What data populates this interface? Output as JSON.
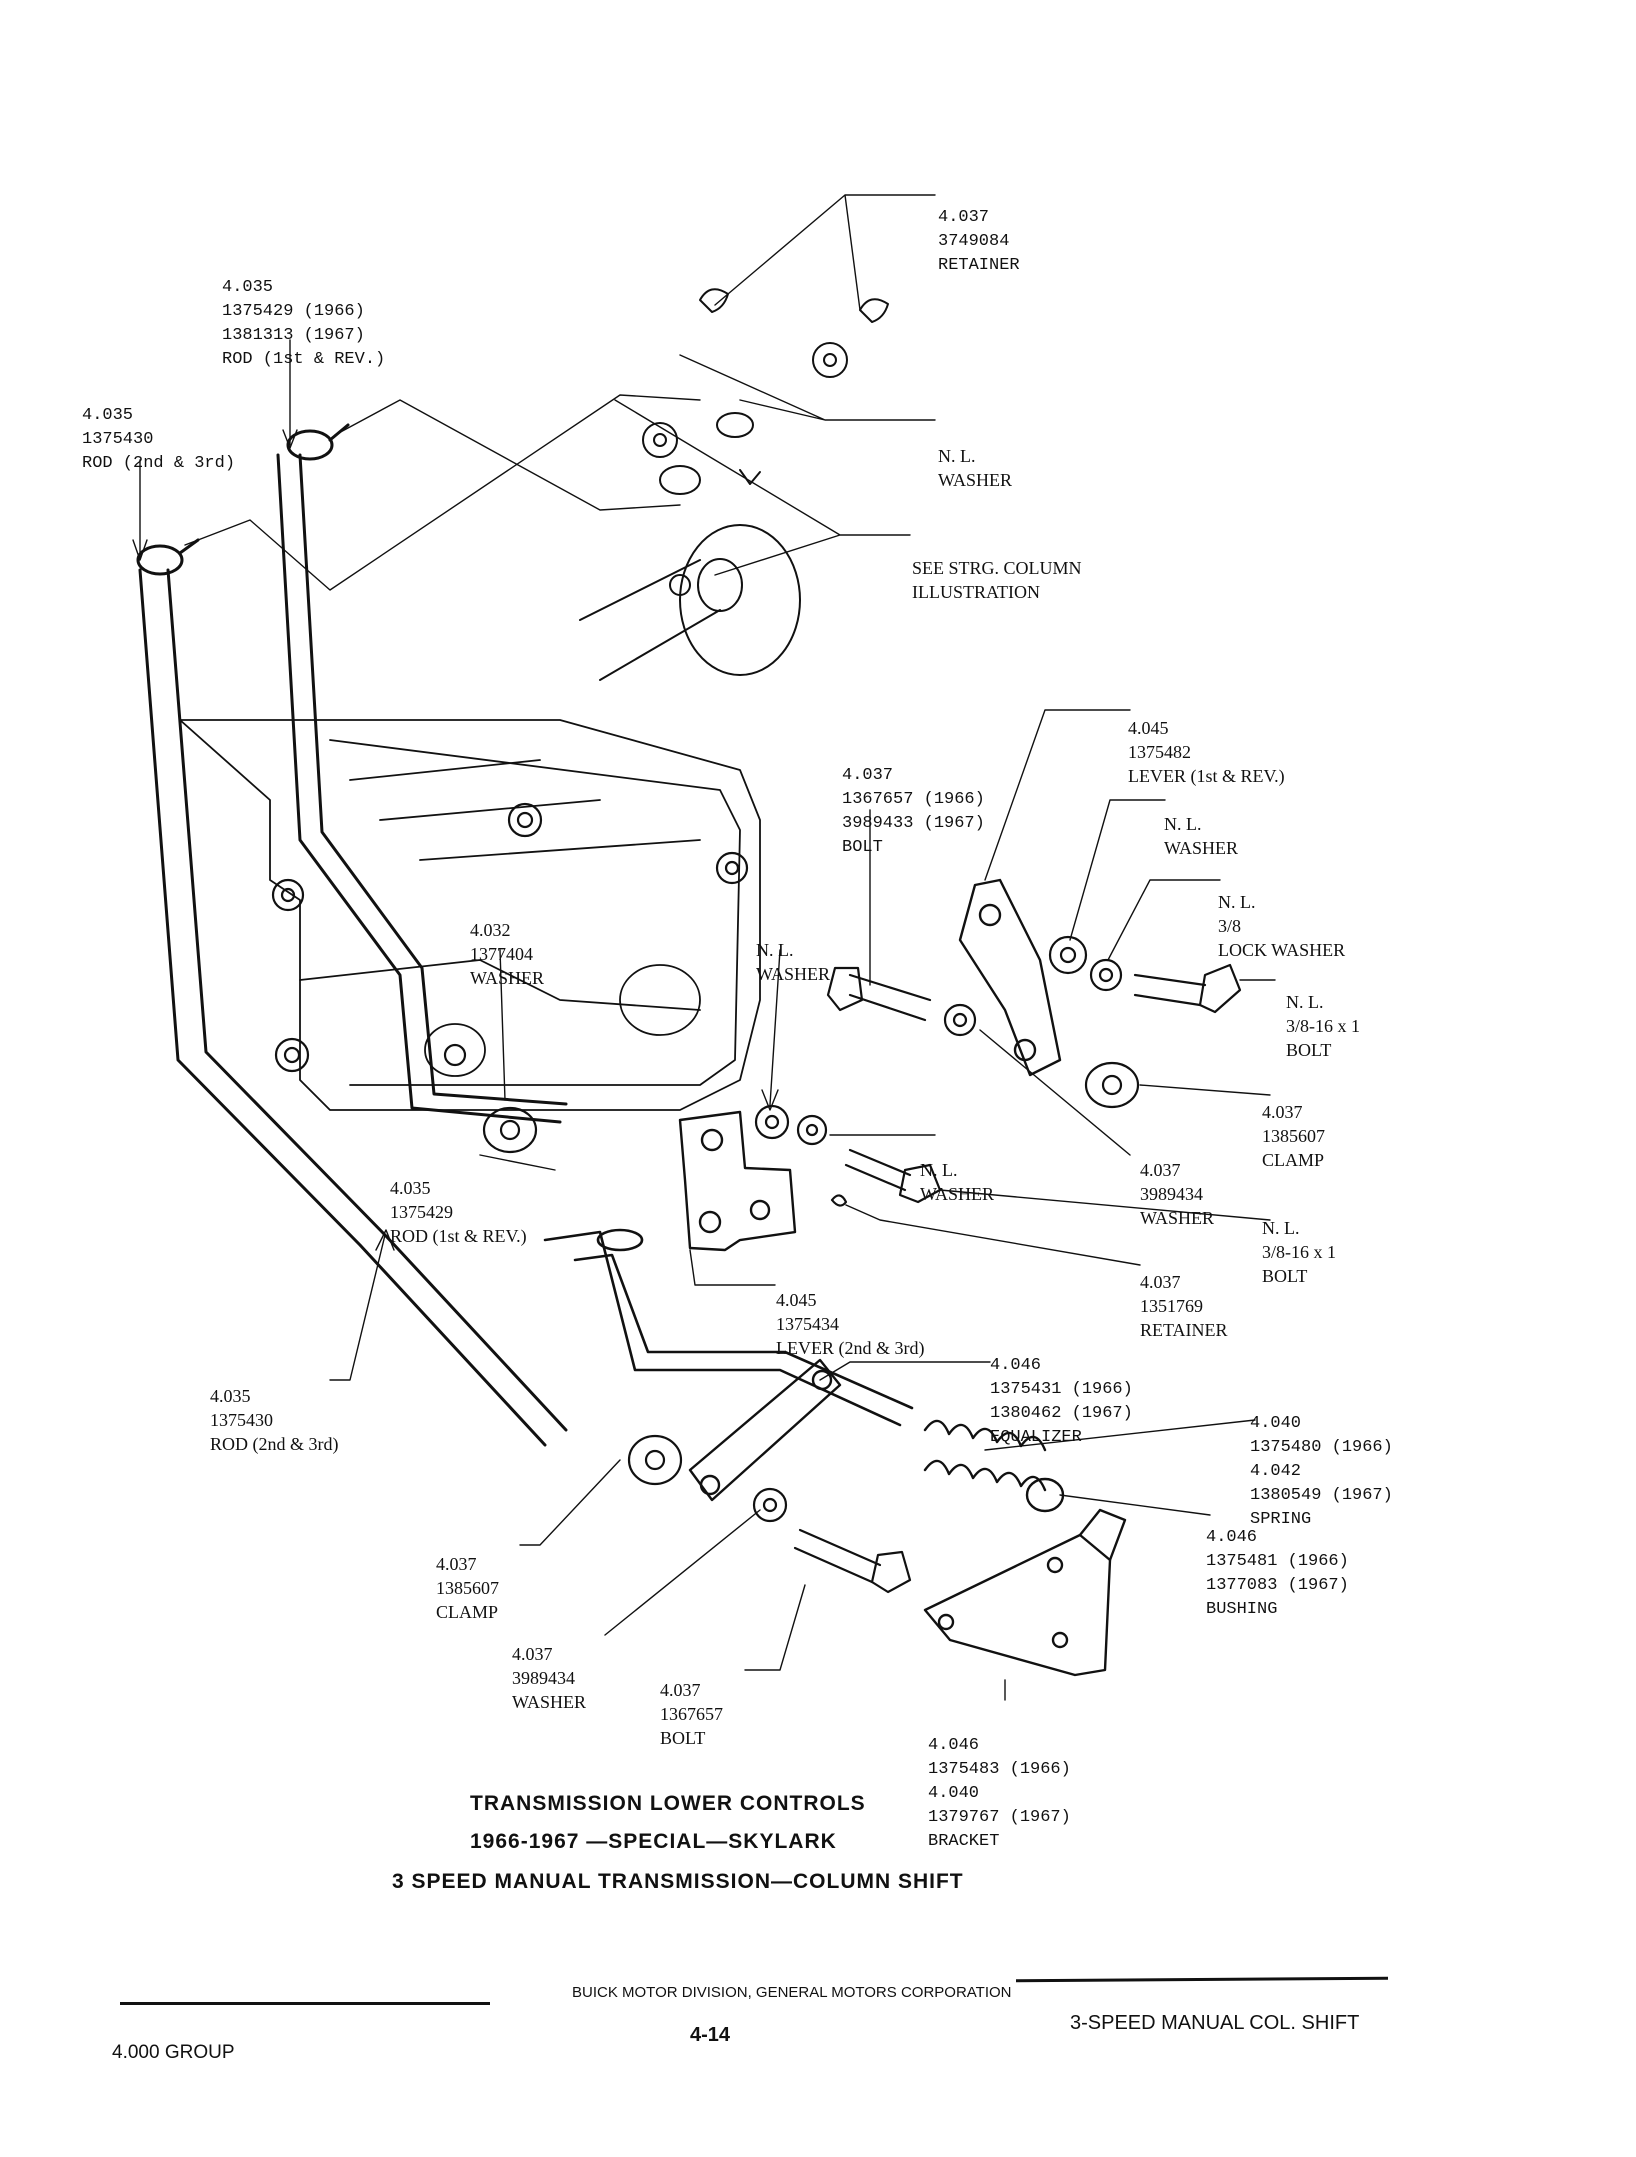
{
  "labels": {
    "retainer_top": [
      "4.037",
      "3749084",
      "RETAINER"
    ],
    "rod_1st_rev_top": [
      "4.035",
      "1375429 (1966)",
      "1381313 (1967)",
      "ROD (1st & REV.)"
    ],
    "rod_2nd_3rd_top": [
      "4.035",
      "1375430",
      "ROD (2nd & 3rd)"
    ],
    "washer_nl_top": [
      "N. L.",
      "WASHER"
    ],
    "see_column": [
      "SEE STRG. COLUMN",
      "ILLUSTRATION"
    ],
    "lever_1st_rev": [
      "4.045",
      "1375482",
      "LEVER (1st & REV.)"
    ],
    "bolt_upper": [
      "4.037",
      "1367657 (1966)",
      "3989433 (1967)",
      "BOLT"
    ],
    "washer_nl_right": [
      "N. L.",
      "WASHER"
    ],
    "lock_washer": [
      "N. L.",
      "3/8",
      "LOCK WASHER"
    ],
    "bolt_nl_upper": [
      "N. L.",
      "3/8-16 x 1",
      "BOLT"
    ],
    "washer_4032": [
      "4.032",
      "1377404",
      "WASHER"
    ],
    "washer_nl_mid": [
      "N. L.",
      "WASHER"
    ],
    "clamp_upper": [
      "4.037",
      "1385607",
      "CLAMP"
    ],
    "washer_nl_lower": [
      "N. L.",
      "WASHER"
    ],
    "washer_3989434_upper": [
      "4.037",
      "3989434",
      "WASHER"
    ],
    "rod_1st_rev_mid": [
      "4.035",
      "1375429",
      "ROD (1st & REV.)"
    ],
    "bolt_nl_lower": [
      "N. L.",
      "3/8-16 x 1",
      "BOLT"
    ],
    "retainer_lower": [
      "4.037",
      "1351769",
      "RETAINER"
    ],
    "lever_2nd_3rd": [
      "4.045",
      "1375434",
      "LEVER (2nd & 3rd)"
    ],
    "equalizer": [
      "4.046",
      "1375431 (1966)",
      "1380462 (1967)",
      "EQUALIZER"
    ],
    "rod_2nd_3rd_low": [
      "4.035",
      "1375430",
      "ROD (2nd & 3rd)"
    ],
    "spring": [
      "4.040",
      "1375480 (1966)",
      "4.042",
      "1380549 (1967)",
      "SPRING"
    ],
    "bushing": [
      "4.046",
      "1375481 (1966)",
      "1377083 (1967)",
      "BUSHING"
    ],
    "clamp_lower": [
      "4.037",
      "1385607",
      "CLAMP"
    ],
    "washer_3989434_lower": [
      "4.037",
      "3989434",
      "WASHER"
    ],
    "bolt_lower": [
      "4.037",
      "1367657",
      "BOLT"
    ],
    "bracket": [
      "4.046",
      "1375483 (1966)",
      "4.040",
      "1379767 (1967)",
      "BRACKET"
    ]
  },
  "caption": {
    "line1": "TRANSMISSION LOWER CONTROLS",
    "line2": "1966-1967 —SPECIAL—SKYLARK",
    "line3": "3 SPEED MANUAL  TRANSMISSION—COLUMN SHIFT"
  },
  "footer": {
    "division": "BUICK MOTOR DIVISION, GENERAL MOTORS CORPORATION",
    "page": "4-14",
    "group": "4.000 GROUP",
    "section": "3-SPEED MANUAL COL. SHIFT"
  }
}
